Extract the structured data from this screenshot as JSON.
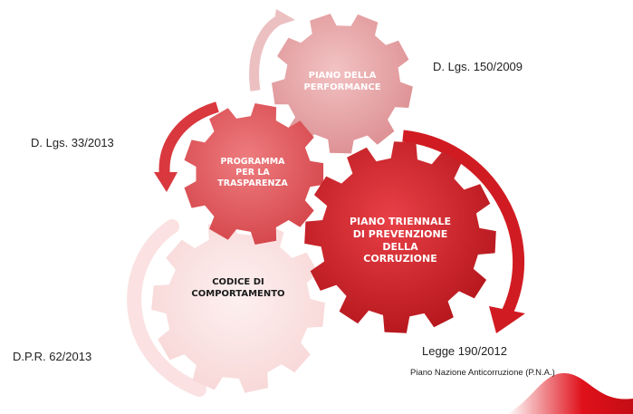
{
  "gears": {
    "performance": {
      "lines": [
        "PIANO DELLA",
        "PERFORMANCE"
      ],
      "color": "#e8a4a6",
      "text_color": "#ffffff"
    },
    "trasparenza": {
      "lines": [
        "PROGRAMMA",
        "PER LA",
        "TRASPARENZA"
      ],
      "color": "#e0585c",
      "text_color": "#ffffff"
    },
    "anticorruzione": {
      "lines": [
        "PIANO TRIENNALE",
        "DI PREVENZIONE",
        "DELLA",
        "CORRUZIONE"
      ],
      "color": "#cf1f26",
      "text_color": "#ffffff"
    },
    "comportamento": {
      "lines": [
        "CODICE DI",
        "COMPORTAMENTO"
      ],
      "color": "#fbe3e3",
      "text_color": "#1a1a1a"
    }
  },
  "laws": {
    "performance": "D. Lgs. 150/2009",
    "trasparenza": "D. Lgs. 33/2013",
    "comportamento": "D.P.R. 62/2013",
    "anticorruzione": "Legge 190/2012",
    "pna": "Piano Nazione Anticorruzione (P.N.A.)"
  },
  "colors": {
    "accent": "#d11b22",
    "arrow_light": "#ecc0c1",
    "arrow_mid": "#d9383e"
  }
}
